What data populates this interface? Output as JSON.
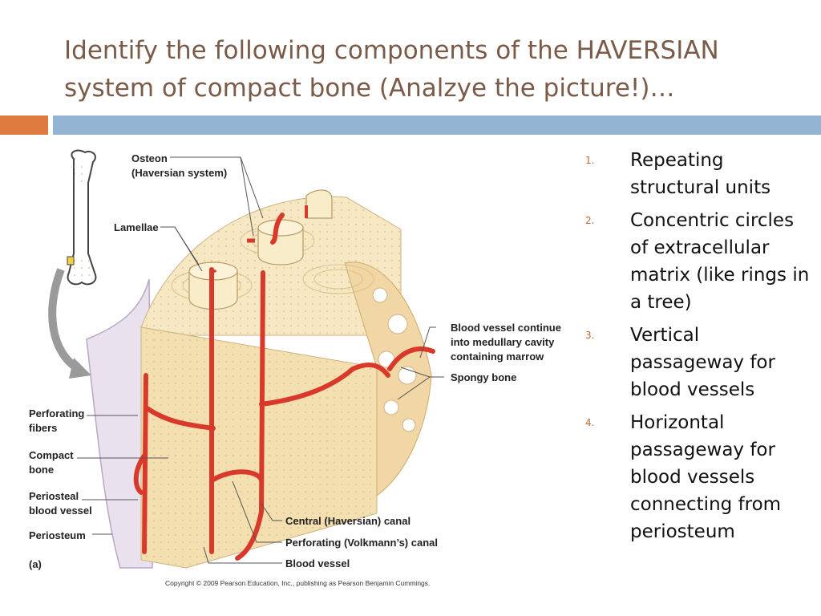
{
  "slide": {
    "title": "Identify the following components of the HAVERSIAN system of compact bone (Analzye the picture!)…"
  },
  "colors": {
    "accent_orange": "#e07b40",
    "band_blue": "#93b4d2",
    "title_color": "#7a5a48",
    "vessel_red": "#d9392b",
    "bone_cream": "#f6e8c3"
  },
  "diagram": {
    "labels": {
      "osteon": [
        "Osteon",
        "(Haversian system)"
      ],
      "lamellae": "Lamellae",
      "perforating_fibers": [
        "Perforating",
        "fibers"
      ],
      "compact_bone": [
        "Compact",
        "bone"
      ],
      "periosteal_vessel": [
        "Periosteal",
        "blood vessel"
      ],
      "periosteum": "Periosteum",
      "panel": "(a)",
      "medullary": [
        "Blood vessel continues",
        "into medullary cavity",
        "containing marrow"
      ],
      "spongy_bone": "Spongy bone",
      "central_canal": "Central (Haversian) canal",
      "volkmann_canal": "Perforating (Volkmann’s) canal",
      "blood_vessel": "Blood vessel"
    },
    "copyright": "Copyright © 2009 Pearson Education, Inc., publishing as Pearson Benjamin Cummings."
  },
  "list": {
    "items": [
      {
        "num": "1.",
        "text": "Repeating structural units"
      },
      {
        "num": "2.",
        "text": "Concentric circles of extracellular matrix (like rings in a tree)"
      },
      {
        "num": "3.",
        "text": "Vertical passageway for blood vessels"
      },
      {
        "num": "4.",
        "text": "Horizontal passageway for blood vessels connecting from periosteum"
      }
    ]
  }
}
